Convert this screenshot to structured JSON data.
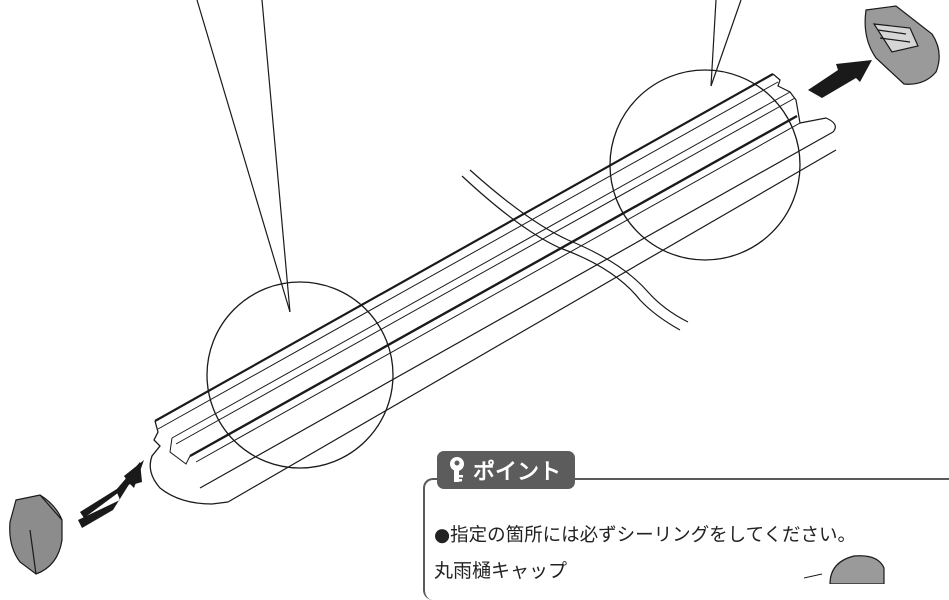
{
  "point": {
    "tab_label": "ポイント",
    "instruction": "●指定の箇所には必ずシーリングをしてください。",
    "cap_label": "丸雨樋キャップ"
  },
  "colors": {
    "line": "#1a1a1a",
    "tab_bg": "#5c5c5c",
    "arrow": "#1a1a1a",
    "cap_fill": "#9a9a9a"
  },
  "icons": [
    "key-icon",
    "arrow-right-icon",
    "arrow-left-icon",
    "end-cap-left",
    "end-cap-right"
  ]
}
